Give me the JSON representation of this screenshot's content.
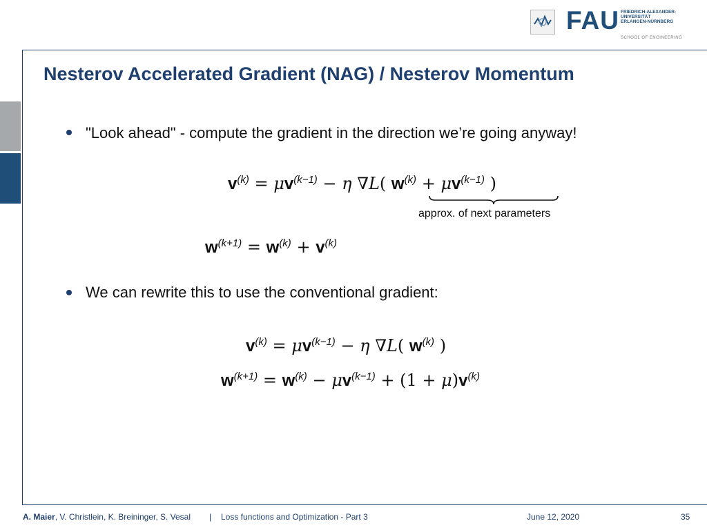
{
  "header": {
    "logo_word": "FAU",
    "university_lines": [
      "FRIEDRICH-ALEXANDER-",
      "UNIVERSITÄT",
      "ERLANGEN-NÜRNBERG"
    ],
    "school": "SCHOOL OF ENGINEERING"
  },
  "slide": {
    "title": "Nesterov Accelerated Gradient (NAG) / Nesterov Momentum",
    "bullets": [
      "\"Look ahead\" - compute the gradient in the direction we’re going anyway!",
      "We can rewrite this to use the conventional gradient:"
    ],
    "brace_label": "approx. of next parameters"
  },
  "footer": {
    "lead_author": "A. Maier",
    "coauthors": ", V. Christlein, K. Breininger, S. Vesal",
    "separator": "|",
    "lecture": "Loss functions and Optimization - Part 3",
    "date": "June 12, 2020",
    "page": "35"
  },
  "colors": {
    "accent": "#1f3f6e",
    "side_gray": "#a6a9ac",
    "side_blue": "#1f4e79"
  }
}
